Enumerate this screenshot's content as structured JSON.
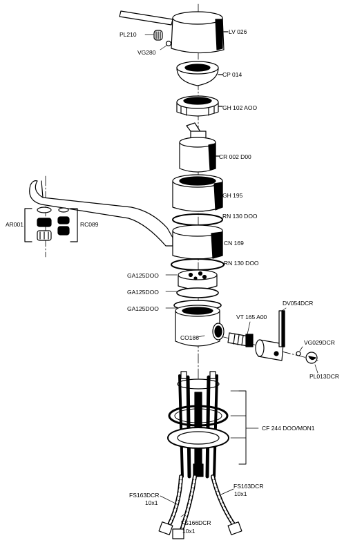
{
  "labels": {
    "lv": "LV 026",
    "pl210": "PL210",
    "vg280": "VG280",
    "cp": "CP 014",
    "gh102": "GH 102 AOO",
    "cr": "CR 002 D00",
    "gh195": "GH 195",
    "rn1": "RN 130 DOO",
    "cn": "CN 169",
    "rn2": "RN 130 DOO",
    "ar": "AR001",
    "rc": "RC089",
    "ga1": "GA125DOO",
    "ga2": "GA125DOO",
    "ga3": "GA125DOO",
    "vt": "VT 165 A00",
    "dv": "DV054DCR",
    "co": "CO186",
    "vg029": "VG029DCR",
    "pl013": "PL013DCR",
    "cf": "CF 244 DOO/MON1",
    "fs1a": "FS163DCR",
    "fs1b": "10x1",
    "fs2a": "FS163DCR",
    "fs2b": "10x1",
    "fs3a": "FS166DCR",
    "fs3b": "10x1"
  }
}
